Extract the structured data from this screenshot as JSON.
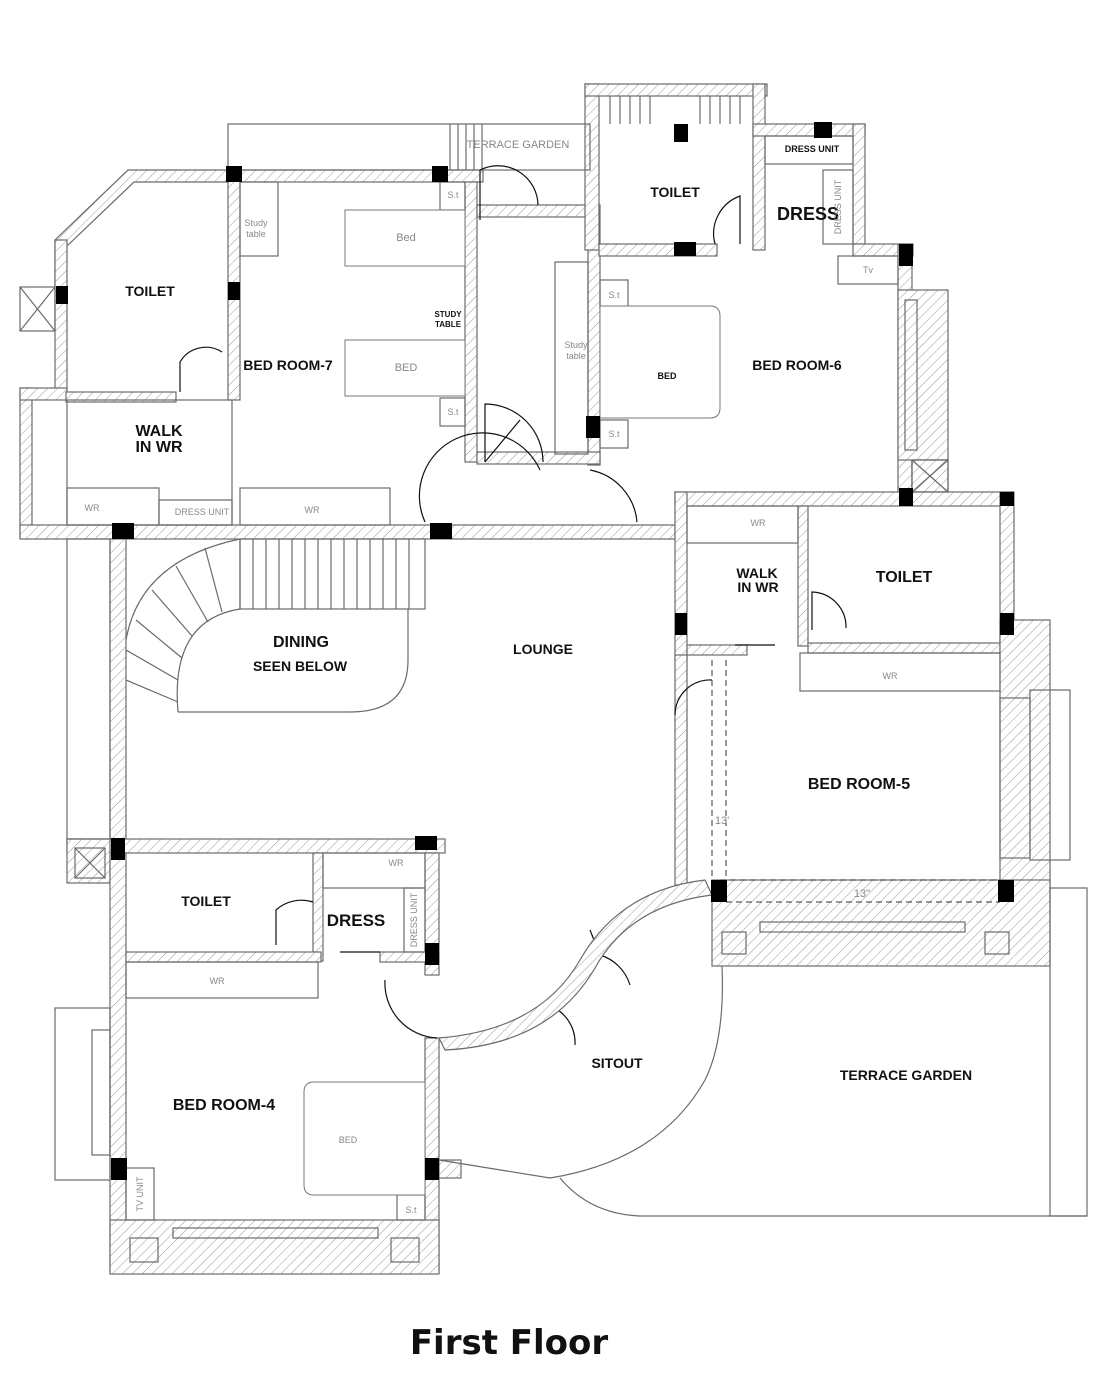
{
  "title": "First Floor",
  "rooms": {
    "toilet_nw": "TOILET",
    "bed7": "BED ROOM-7",
    "walk_in_nw_1": "WALK",
    "walk_in_nw_2": "IN WR",
    "toilet_n": "TOILET",
    "dress_n": "DRESS",
    "dress_unit_n": "DRESS UNIT",
    "bed6": "BED ROOM-6",
    "walk_in_e_1": "WALK",
    "walk_in_e_2": "IN WR",
    "toilet_e": "TOILET",
    "lounge": "LOUNGE",
    "dining_1": "DINING",
    "dining_2": "SEEN BELOW",
    "bed5": "BED ROOM-5",
    "toilet_sw": "TOILET",
    "dress_sw": "DRESS",
    "bed4": "BED ROOM-4",
    "sitout": "SITOUT",
    "terrace": "TERRACE GARDEN"
  },
  "labels": {
    "study_table_1": "Study",
    "study_table_2": "table",
    "bed_b7_top": "Bed",
    "bed_b7_bottom": "BED",
    "study_table_caps_1": "STUDY",
    "study_table_caps_2": "TABLE",
    "st": "S.t",
    "wr": "WR",
    "dress_unit": "DRESS UNIT",
    "terrace_garden_small": "TERRACE GARDEN",
    "tv": "Tv",
    "bed_b6": "BED",
    "dress_unit_v": "DRESS UNIT",
    "dim_13": "13\"",
    "dim_13p": "13'",
    "bed_b4": "BED",
    "tv_unit": "TV UNIT"
  }
}
